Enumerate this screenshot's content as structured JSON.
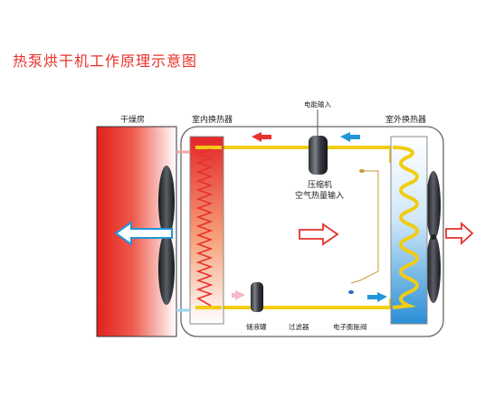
{
  "title": "热泵烘干机工作原理示意图",
  "labels": {
    "drying_room": "干燥房",
    "indoor_hx": "室内换热器",
    "outdoor_hx": "室外换热器",
    "power_input": "电能输入",
    "compressor_line1": "压缩机",
    "compressor_line2": "空气热量输入",
    "receiver": "储液罐",
    "filter": "过滤器",
    "expansion_valve": "电子膨胀阀"
  },
  "colors": {
    "title": "#e8312a",
    "pipe": "#f2cc12",
    "flow_red": "#e8312a",
    "flow_blue": "#2196d8",
    "flow_pink": "#f7b8c8",
    "outline": "#555555"
  }
}
